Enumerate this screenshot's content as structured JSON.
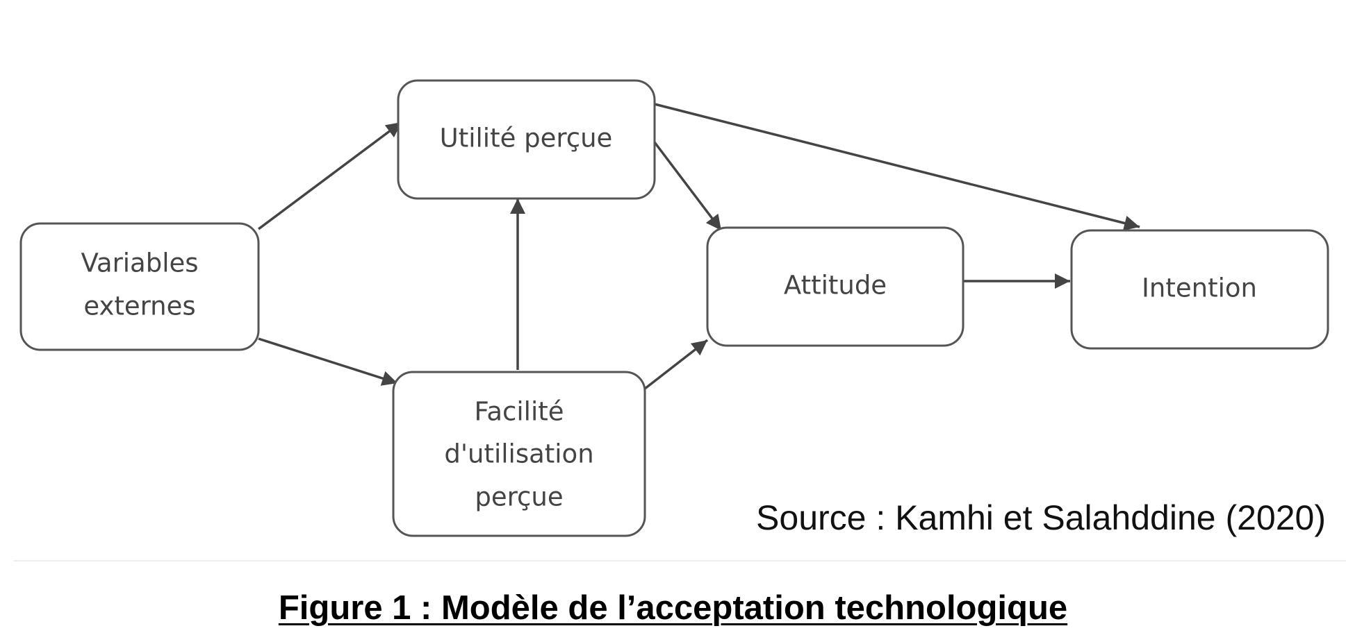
{
  "nodes": {
    "variables_externes": {
      "line1": "Variables",
      "line2": "externes"
    },
    "utilite_percue": {
      "line1": "Utilité perçue"
    },
    "facilite": {
      "line1": "Facilité",
      "line2": "d'utilisation",
      "line3": "perçue"
    },
    "attitude": {
      "line1": "Attitude"
    },
    "intention": {
      "line1": "Intention"
    }
  },
  "edges": [
    {
      "from": "Variables externes",
      "to": "Utilité perçue"
    },
    {
      "from": "Variables externes",
      "to": "Facilité d'utilisation perçue"
    },
    {
      "from": "Facilité d'utilisation perçue",
      "to": "Utilité perçue"
    },
    {
      "from": "Utilité perçue",
      "to": "Attitude"
    },
    {
      "from": "Utilité perçue",
      "to": "Intention"
    },
    {
      "from": "Facilité d'utilisation perçue",
      "to": "Attitude"
    },
    {
      "from": "Attitude",
      "to": "Intention"
    }
  ],
  "source": "Source : Kamhi et Salahddine (2020)",
  "caption": "Figure 1 : Modèle de l’acceptation technologique"
}
